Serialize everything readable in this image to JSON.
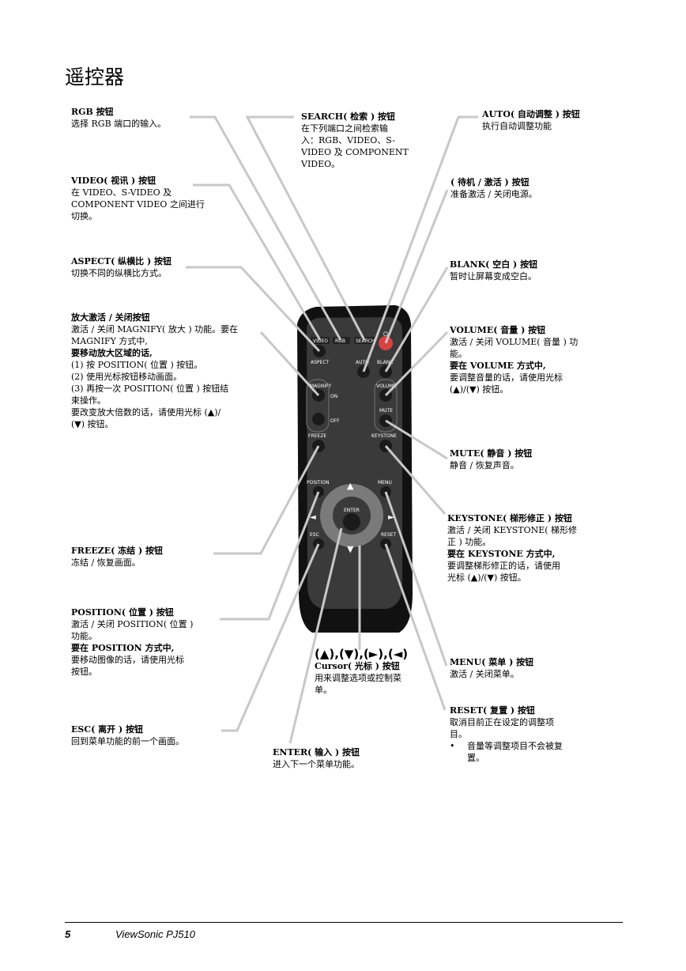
{
  "page": {
    "title": "遥控器"
  },
  "blocks": {
    "rgb": {
      "title": "RGB 按钮",
      "lines": [
        "选择 RGB 端口的输入。"
      ]
    },
    "video": {
      "title": "VIDEO( 视讯 ) 按钮",
      "lines": [
        "在 VIDEO、S-VIDEO 及",
        "COMPONENT VIDEO 之间进行",
        "切换。"
      ]
    },
    "aspect": {
      "title": "ASPECT( 纵横比 ) 按钮",
      "lines": [
        "切换不同的纵横比方式。"
      ]
    },
    "magnify": {
      "title": "放大激活 / 关闭按钮",
      "lines": [
        "激活 / 关闭 MAGNIFY( 放大 ) 功能。要在",
        "MAGNIFY 方式中,"
      ],
      "sub": "要移动放大区域的话,",
      "lines2": [
        "(1)  按 POSITION( 位置 ) 按钮。",
        "(2)  使用光标按钮移动画面。",
        "(3)  再按一次 POSITION( 位置 ) 按钮结",
        "束操作。",
        "要改变放大倍数的话，请使用光标 (▲)/",
        "(▼) 按钮。"
      ]
    },
    "freeze": {
      "title": "FREEZE( 冻结 ) 按钮",
      "lines": [
        "冻结 / 恢复画面。"
      ]
    },
    "position": {
      "title": "POSITION( 位置 ) 按钮",
      "lines": [
        "激活 / 关闭 POSITION( 位置 )",
        "功能。"
      ],
      "sub": "要在 POSITION 方式中,",
      "lines2": [
        "要移动图像的话，请使用光标",
        "按钮。"
      ]
    },
    "esc": {
      "title": "ESC( 离开 ) 按钮",
      "lines": [
        "回到菜单功能的前一个画面。"
      ]
    },
    "enter": {
      "title": "ENTER( 输入 ) 按钮",
      "lines": [
        "进入下一个菜单功能。"
      ]
    },
    "cursor": {
      "arrows": "(▲),(▼),(►),(◄)",
      "title": "Cursor( 光标 ) 按钮",
      "lines": [
        "用来调整选项或控制菜",
        "单。"
      ]
    },
    "search": {
      "title": "SEARCH( 检索 ) 按钮",
      "lines": [
        "在下列端口之间检索输",
        "入：RGB、VIDEO、S-",
        "VIDEO 及 COMPONENT",
        "VIDEO。"
      ]
    },
    "auto": {
      "title": "AUTO( 自动调整 ) 按钮",
      "lines": [
        "执行自动调整功能"
      ]
    },
    "standby": {
      "title": "( 待机 / 激活 ) 按钮",
      "lines": [
        "准备激活 / 关闭电源。"
      ]
    },
    "blank": {
      "title": "BLANK( 空白 ) 按钮",
      "lines": [
        "暂时让屏幕变成空白。"
      ]
    },
    "volume": {
      "title": "VOLUME( 音量 ) 按钮",
      "lines": [
        "激活 / 关闭 VOLUME( 音量 ) 功",
        "能。"
      ],
      "sub": "要在 VOLUME 方式中,",
      "lines2": [
        "要调整音量的话，请使用光标",
        "(▲)/(▼) 按钮。"
      ]
    },
    "mute": {
      "title": "MUTE( 静音 ) 按钮",
      "lines": [
        "静音 / 恢复声音。"
      ]
    },
    "keystone": {
      "title": "KEYSTONE( 梯形修正 ) 按钮",
      "lines": [
        "激活 / 关闭 KEYSTONE( 梯形修",
        "正 ) 功能。"
      ],
      "sub": "要在 KEYSTONE 方式中,",
      "lines2": [
        "要调整梯形修正的话，请使用",
        "光标 (▲)/(▼) 按钮。"
      ]
    },
    "menu": {
      "title": "MENU( 菜单 ) 按钮",
      "lines": [
        "激活 / 关闭菜单。"
      ]
    },
    "reset": {
      "title": "RESET( 复置 ) 按钮",
      "lines": [
        "取消目前正在设定的调整项",
        "目。"
      ],
      "bullet": [
        "音量等调整项目不会被复",
        "置。"
      ]
    }
  },
  "remote": {
    "labels": {
      "video": "VIDEO",
      "rgb": "RGB",
      "search": "SEARCH",
      "aspect": "ASPECT",
      "auto": "AUTO",
      "blank": "BLANK",
      "magnify": "MAGNIFY",
      "on": "ON",
      "off": "OFF",
      "volume": "VOLUME",
      "mute": "MUTE",
      "freeze": "FREEZE",
      "keystone": "KEYSTONE",
      "position": "POSITION",
      "menu": "MENU",
      "enter": "ENTER",
      "esc": "ESC",
      "reset": "RESET"
    },
    "colors": {
      "body": "#111111",
      "panel": "#3a3a3a",
      "button": "#1a1a1a",
      "power": "#d94040",
      "ring": "#7a7a7a"
    }
  },
  "footer": {
    "page_number": "5",
    "brand": "ViewSonic  PJ510"
  }
}
